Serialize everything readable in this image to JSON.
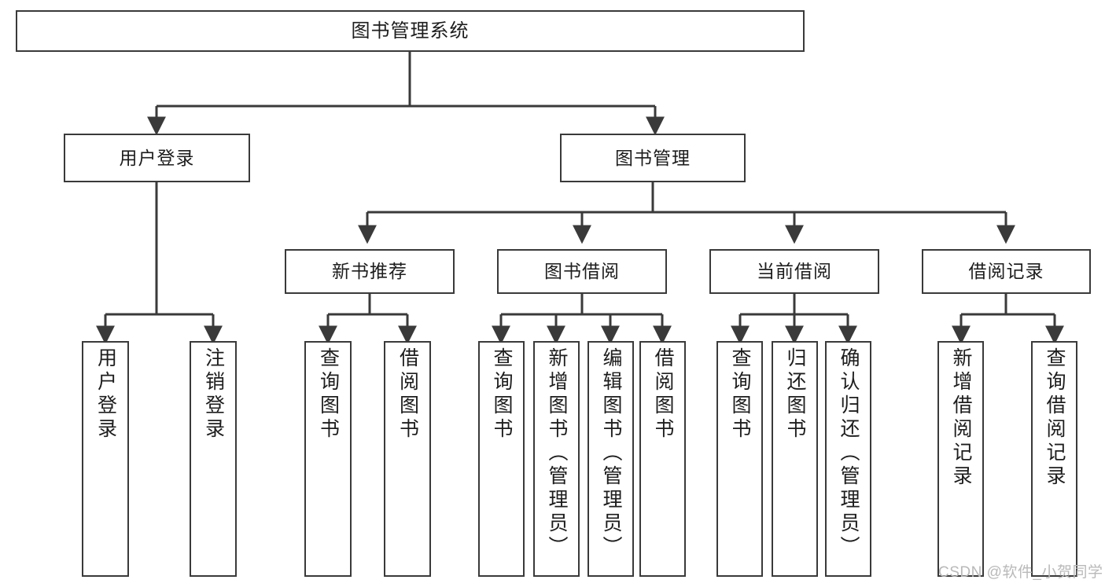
{
  "diagram": {
    "type": "tree-hierarchy-chart",
    "title": "图书管理系统",
    "line_color": "#3a3a3a",
    "text_color": "#1d1d1d",
    "background": "#ffffff",
    "nodes": {
      "root": "图书管理系统",
      "level2": [
        "用户登录",
        "图书管理"
      ],
      "level3": [
        "新书推荐",
        "图书借阅",
        "当前借阅",
        "借阅记录"
      ],
      "leaves": {
        "user_login": [
          "用户登录",
          "注销登录"
        ],
        "new_book": [
          "查询图书",
          "借阅图书"
        ],
        "book_borrow": [
          "查询图书",
          "新增图书（管理员）",
          "编辑图书（管理员）",
          "借阅图书"
        ],
        "current_borrow": [
          "查询图书",
          "归还图书",
          "确认归还（管理员）"
        ],
        "borrow_record": [
          "新增借阅记录",
          "查询借阅记录"
        ]
      }
    }
  },
  "watermark": {
    "text": "CSDN @软件_小贺同学",
    "color": "#b9b9b9"
  }
}
